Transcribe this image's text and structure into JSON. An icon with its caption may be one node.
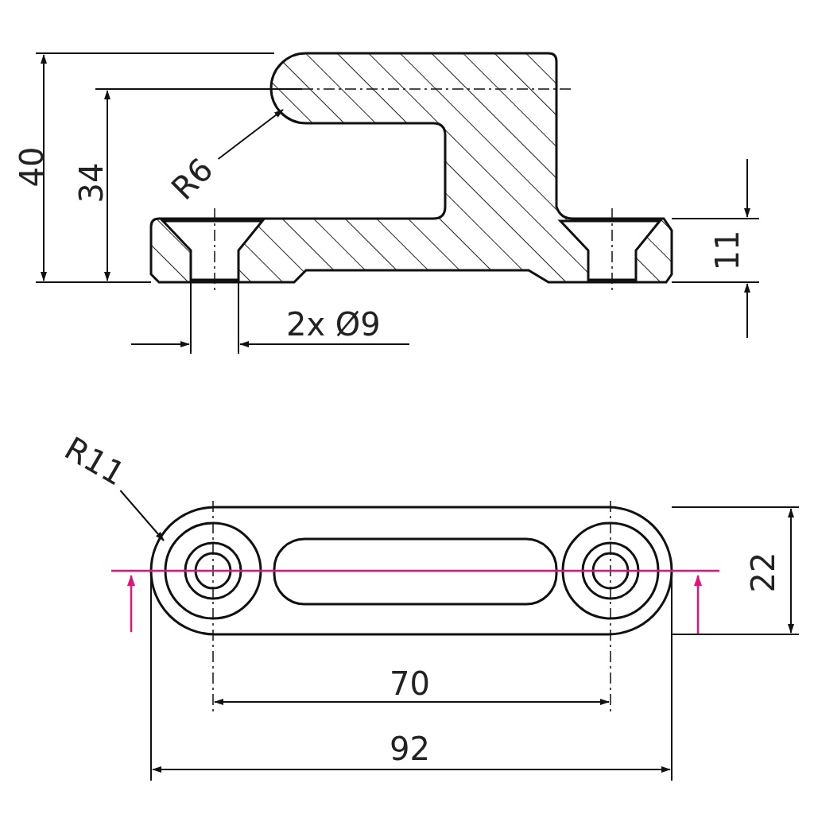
{
  "diagram": {
    "nodes": [
      {
        "text": [
          "R6"
        ]
      },
      {
        "text": [
          "R11"
        ]
      }
    ],
    "edges": [
      {
        "from": 0,
        "to": null,
        "arrow": "to"
      },
      {
        "from": 1,
        "to": null,
        "arrow": "to"
      }
    ],
    "labels": [
      "40",
      "34",
      "11",
      "2x Ø9",
      "22",
      "70",
      "92"
    ]
  }
}
